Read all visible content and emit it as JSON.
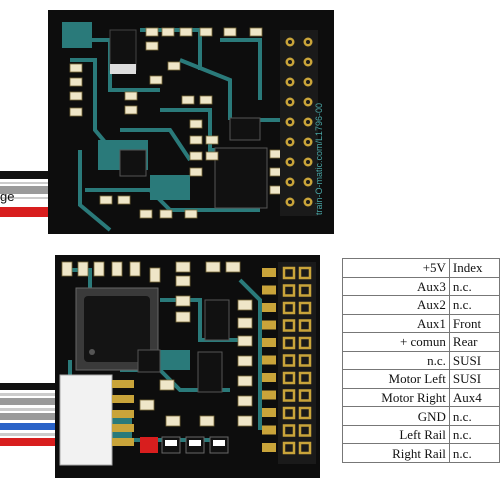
{
  "top_board": {
    "silkscreen": "train-O-matic.com/L1796-00",
    "wire_label_fragment": "ge"
  },
  "pin_table": {
    "rows": [
      {
        "left": "+5V",
        "right": "Index"
      },
      {
        "left": "Aux3",
        "right": "n.c."
      },
      {
        "left": "Aux2",
        "right": "n.c."
      },
      {
        "left": "Aux1",
        "right": "Front"
      },
      {
        "left": "+ comun",
        "right": "Rear"
      },
      {
        "left": "n.c.",
        "right": "SUSI"
      },
      {
        "left": "Motor Left",
        "right": "SUSI"
      },
      {
        "left": "Motor Right",
        "right": "Aux4"
      },
      {
        "left": "GND",
        "right": "n.c."
      },
      {
        "left": "Left Rail",
        "right": "n.c."
      },
      {
        "left": "Right Rail",
        "right": "n.c."
      }
    ]
  },
  "colors": {
    "pcb": "#0d0d0d",
    "trace": "#2a7a7a",
    "trace_light": "#4aa6a6",
    "pad_gold": "#c9a43a",
    "wire_red": "#d81e1e",
    "wire_blue": "#2a63c8",
    "wire_gray": "#9a9a9a",
    "wire_black": "#111111"
  }
}
